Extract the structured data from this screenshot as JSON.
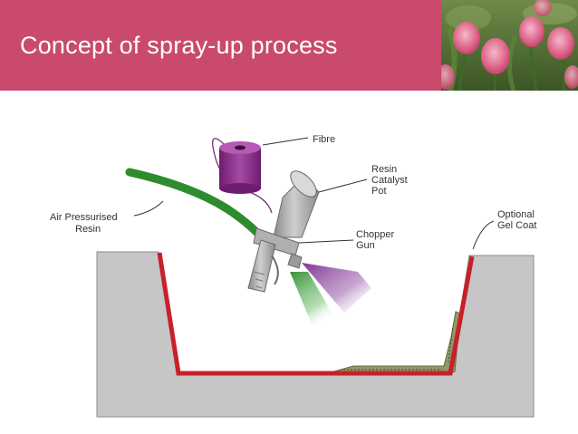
{
  "slide": {
    "title": "Concept of spray-up process"
  },
  "photo": {
    "subject": "tulips",
    "icon": "tulip-photo"
  },
  "diagram": {
    "labels": {
      "fibre": "Fibre",
      "resin_catalyst_pot": [
        "Resin",
        "Catalyst",
        "Pot"
      ],
      "air_pressurised_resin": [
        "Air Pressurised",
        "Resin"
      ],
      "chopper_gun": [
        "Chopper",
        "Gun"
      ],
      "optional_gel_coat": [
        "Optional",
        "Gel Coat"
      ]
    },
    "colors": {
      "title_bar": "#c94a6c",
      "mould": "#c6c6c6",
      "gel_coat": "#c8202a",
      "resin_hose": "#2e8b2e",
      "fibre_spool": "#8e2a8e",
      "spray": "#8b3fa0",
      "laminate": "#9aa07a"
    }
  }
}
